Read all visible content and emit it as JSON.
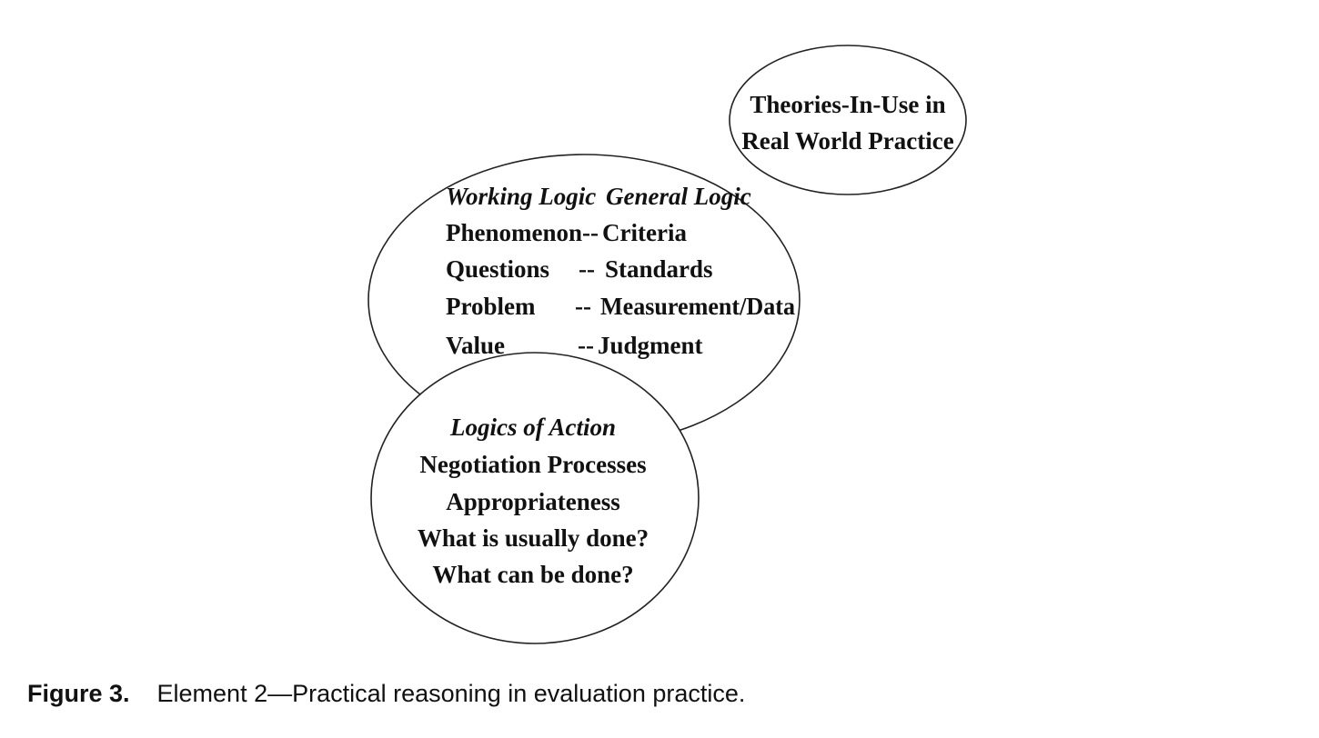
{
  "diagram": {
    "theories_ellipse": {
      "lines": [
        "Theories-In-Use in",
        "Real World Practice"
      ]
    },
    "logic_ellipse": {
      "header_left": "Working Logic",
      "header_right": "General Logic",
      "rows": [
        {
          "left": "Phenomenon",
          "sep": "--",
          "right": "Criteria"
        },
        {
          "left": "Questions",
          "sep": "--",
          "right": "Standards"
        },
        {
          "left": "Problem",
          "sep": "--",
          "right": "Measurement/Data"
        },
        {
          "left": "Value",
          "sep": "--",
          "right": "Judgment"
        }
      ]
    },
    "action_ellipse": {
      "title": "Logics of Action",
      "lines": [
        "Negotiation Processes",
        "Appropriateness",
        "What is usually done?",
        "What can be done?"
      ]
    }
  },
  "caption": {
    "label": "Figure 3.",
    "text": "Element 2—Practical reasoning in evaluation practice."
  },
  "colors": {
    "stroke": "#222222",
    "text": "#111111",
    "background": "#ffffff"
  }
}
